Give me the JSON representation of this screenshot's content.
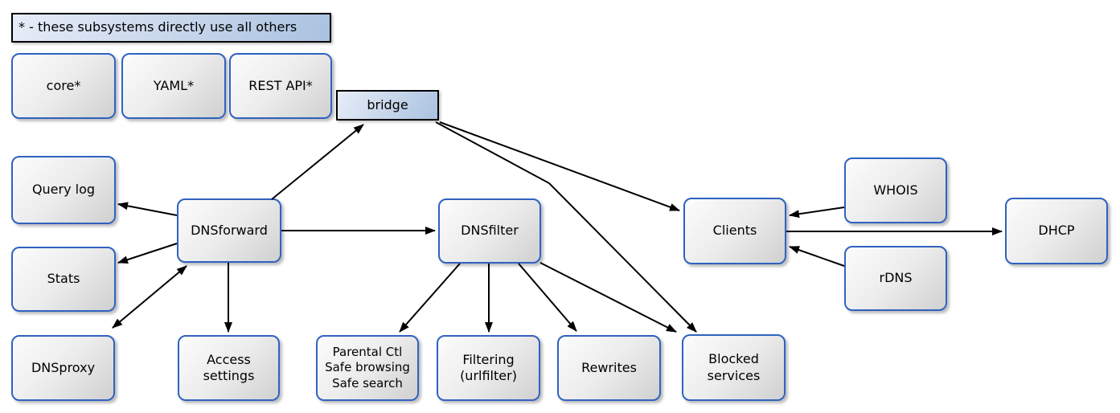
{
  "diagram": {
    "legend": {
      "note": "* - these subsystems directly use all others"
    },
    "nodes": {
      "core": {
        "label": "core*"
      },
      "yaml": {
        "label": "YAML*"
      },
      "rest_api": {
        "label": "REST API*"
      },
      "bridge": {
        "label": "bridge"
      },
      "query_log": {
        "label": "Query log"
      },
      "stats": {
        "label": "Stats"
      },
      "dnsproxy": {
        "label": "DNSproxy"
      },
      "dnsforward": {
        "label": "DNSforward"
      },
      "access_settings": {
        "label": "Access\nsettings"
      },
      "dnsfilter": {
        "label": "DNSfilter"
      },
      "parental": {
        "label": "Parental Ctl\nSafe browsing\nSafe search"
      },
      "filtering": {
        "label": "Filtering\n(urlfilter)"
      },
      "rewrites": {
        "label": "Rewrites"
      },
      "blocked_services": {
        "label": "Blocked\nservices"
      },
      "clients": {
        "label": "Clients"
      },
      "whois": {
        "label": "WHOIS"
      },
      "rdns": {
        "label": "rDNS"
      },
      "dhcp": {
        "label": "DHCP"
      }
    },
    "edges": [
      {
        "from": "dnsforward",
        "to": "bridge",
        "arrow": "end"
      },
      {
        "from": "bridge",
        "to": "clients",
        "arrow": "end"
      },
      {
        "from": "bridge",
        "to": "blocked_services",
        "arrow": "end"
      },
      {
        "from": "dnsforward",
        "to": "query_log",
        "arrow": "end"
      },
      {
        "from": "dnsforward",
        "to": "stats",
        "arrow": "end"
      },
      {
        "from": "dnsforward",
        "to": "dnsproxy",
        "arrow": "both"
      },
      {
        "from": "dnsforward",
        "to": "access_settings",
        "arrow": "end"
      },
      {
        "from": "dnsforward",
        "to": "dnsfilter",
        "arrow": "end"
      },
      {
        "from": "dnsfilter",
        "to": "parental",
        "arrow": "end"
      },
      {
        "from": "dnsfilter",
        "to": "filtering",
        "arrow": "end"
      },
      {
        "from": "dnsfilter",
        "to": "rewrites",
        "arrow": "end"
      },
      {
        "from": "dnsfilter",
        "to": "blocked_services",
        "arrow": "end"
      },
      {
        "from": "whois",
        "to": "clients",
        "arrow": "end"
      },
      {
        "from": "rdns",
        "to": "clients",
        "arrow": "end"
      },
      {
        "from": "clients",
        "to": "dhcp",
        "arrow": "end"
      }
    ],
    "colors": {
      "background": "#ffffff",
      "node_border": "#2f62c0",
      "node_fill_light": "#fcfcfc",
      "node_fill_dark": "#d0d0d0",
      "accent_border": "#000000",
      "accent_fill_light": "#e7edf8",
      "accent_fill_dark": "#a9c2e1",
      "edge": "#000000",
      "text": "#000000"
    }
  }
}
